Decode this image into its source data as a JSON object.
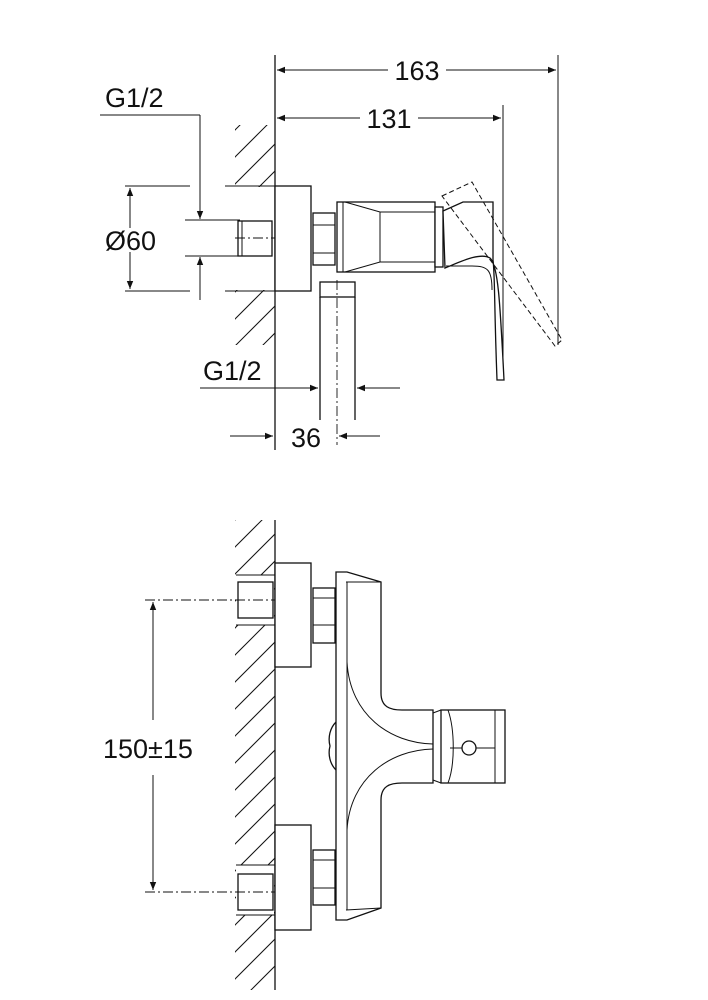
{
  "title": "Single-lever shower mixer dimension drawing",
  "side_view": {
    "dim_overall_length": "163",
    "dim_lever_length": "131",
    "inlet_thread_label": "G1/2",
    "rosette_diameter": "Ø60",
    "outlet_thread_label": "G1/2",
    "dim_outlet_offset": "36"
  },
  "front_view": {
    "dim_inlet_spacing": "150±15"
  },
  "colors": {
    "line": "#111111",
    "background": "#ffffff"
  }
}
